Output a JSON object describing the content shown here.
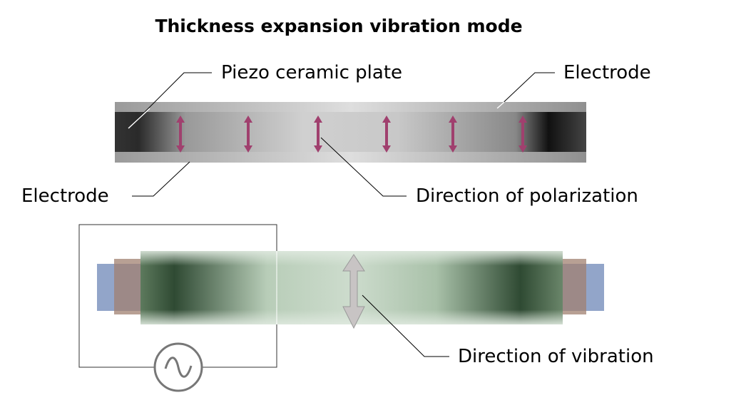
{
  "title": "Thickness expansion vibration mode",
  "labels": {
    "piezo_plate": "Piezo ceramic plate",
    "electrode_top": "Electrode",
    "electrode_bottom": "Electrode",
    "polarization": "Direction of polarization",
    "vibration": "Direction of vibration"
  },
  "colors": {
    "polarization_arrow": "#a0406e",
    "plate_green": "#9fb89f",
    "electrode_brown": "#a08070",
    "electrode_blue": "#7f95c0",
    "vibration_arrow": "#c8c4c4"
  }
}
